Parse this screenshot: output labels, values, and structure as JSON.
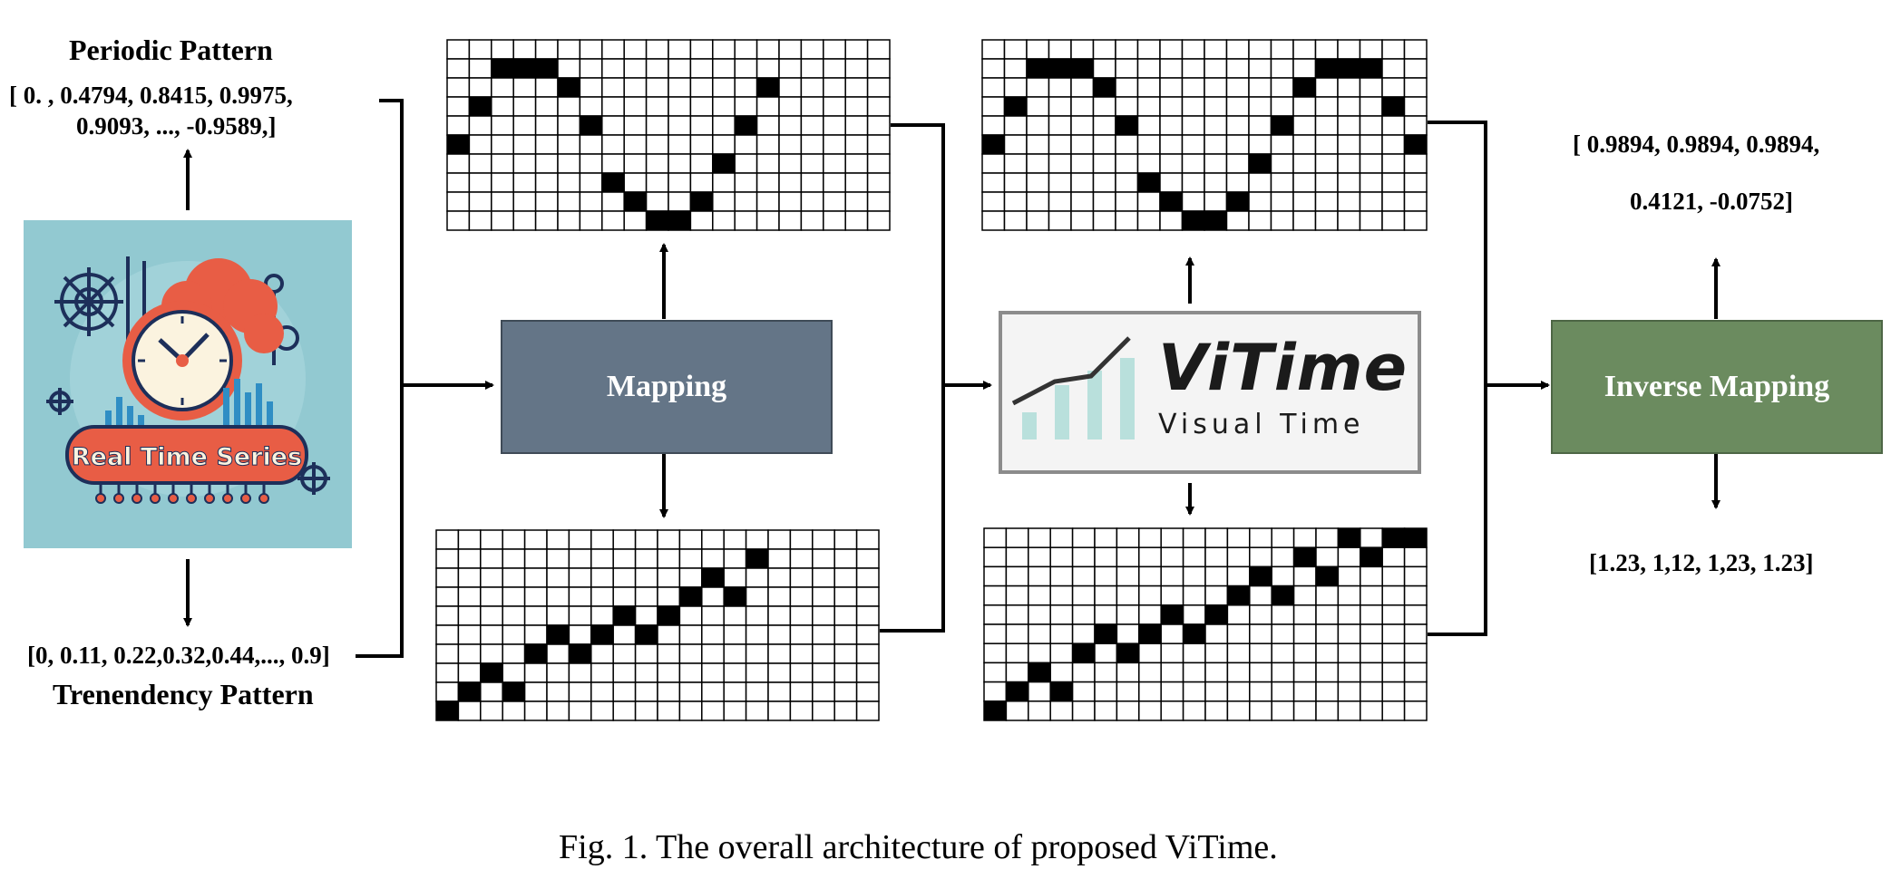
{
  "periodic": {
    "title": "Periodic  Pattern",
    "values_line1": "[ 0.    ,  0.4794,  0.8415,  0.9975,",
    "values_line2": "0.9093,  ...,  -0.9589,]"
  },
  "trend": {
    "values": "[0, 0.11, 0.22,0.32,0.44,..., 0.9]",
    "title": "Trenendency Pattern"
  },
  "logo": {
    "label": "Real Time Series",
    "colors": {
      "bg": "#92c9d1",
      "clock": "#e85d45",
      "face": "#fbf3df",
      "blue": "#2f8ec4",
      "navy": "#1d2f5a"
    }
  },
  "mapping": {
    "label": "Mapping",
    "color": "#647587"
  },
  "vitime": {
    "title": "ViTime",
    "subtitle": "Visual Time",
    "bar_color": "#b9e0dc"
  },
  "inverse": {
    "label": "Inverse Mapping",
    "color": "#6b8b5f"
  },
  "output": {
    "values_line1": "[  0.9894,  0.9894, 0.9894,",
    "values_line2": "0.4121, -0.0752]",
    "values_bottom": "[1.23, 1,12, 1,23, 1.23]"
  },
  "caption": "Fig. 1. The overall architecture of proposed ViTime.",
  "grids": {
    "top_left": {
      "cols": 20,
      "rows": 10,
      "filled": [
        [
          0,
          5
        ],
        [
          1,
          3
        ],
        [
          2,
          1
        ],
        [
          3,
          1
        ],
        [
          4,
          1
        ],
        [
          5,
          2
        ],
        [
          6,
          4
        ],
        [
          7,
          7
        ],
        [
          8,
          8
        ],
        [
          9,
          9
        ],
        [
          10,
          9
        ],
        [
          11,
          8
        ],
        [
          12,
          6
        ],
        [
          13,
          4
        ],
        [
          14,
          2
        ]
      ]
    },
    "bottom_left": {
      "cols": 20,
      "rows": 10,
      "filled": [
        [
          0,
          9
        ],
        [
          1,
          8
        ],
        [
          2,
          7
        ],
        [
          3,
          8
        ],
        [
          4,
          6
        ],
        [
          5,
          5
        ],
        [
          6,
          6
        ],
        [
          7,
          5
        ],
        [
          8,
          4
        ],
        [
          9,
          5
        ],
        [
          10,
          4
        ],
        [
          11,
          3
        ],
        [
          12,
          2
        ],
        [
          13,
          3
        ],
        [
          14,
          1
        ]
      ]
    },
    "top_mid": {
      "cols": 20,
      "rows": 10,
      "filled": [
        [
          0,
          5
        ],
        [
          1,
          3
        ],
        [
          2,
          1
        ],
        [
          3,
          1
        ],
        [
          4,
          1
        ],
        [
          5,
          2
        ],
        [
          6,
          4
        ],
        [
          7,
          7
        ],
        [
          8,
          8
        ],
        [
          9,
          9
        ],
        [
          10,
          9
        ],
        [
          11,
          8
        ],
        [
          12,
          6
        ],
        [
          13,
          4
        ],
        [
          14,
          2
        ],
        [
          15,
          1
        ],
        [
          16,
          1
        ],
        [
          17,
          1
        ],
        [
          18,
          3
        ],
        [
          19,
          5
        ]
      ]
    },
    "bottom_mid": {
      "cols": 20,
      "rows": 10,
      "filled": [
        [
          0,
          9
        ],
        [
          1,
          8
        ],
        [
          2,
          7
        ],
        [
          3,
          8
        ],
        [
          4,
          6
        ],
        [
          5,
          5
        ],
        [
          6,
          6
        ],
        [
          7,
          5
        ],
        [
          8,
          4
        ],
        [
          9,
          5
        ],
        [
          10,
          4
        ],
        [
          11,
          3
        ],
        [
          12,
          2
        ],
        [
          13,
          3
        ],
        [
          14,
          1
        ],
        [
          15,
          2
        ],
        [
          16,
          0
        ],
        [
          17,
          1
        ],
        [
          18,
          0
        ],
        [
          19,
          0
        ]
      ]
    }
  }
}
